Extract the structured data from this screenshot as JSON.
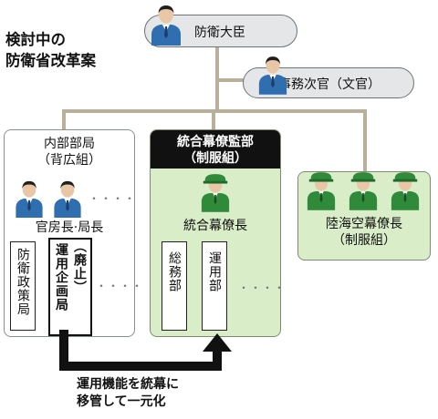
{
  "title": {
    "line1": "検討中の",
    "line2": "防衛省改革案"
  },
  "minister": {
    "label": "防衛大臣"
  },
  "vice_minister": {
    "label": "事務次官（文官）"
  },
  "internal_bureau": {
    "heading_line1": "内部部局",
    "heading_line2": "（背広組）",
    "leader_label": "官房長·局長",
    "sub_units": [
      {
        "label": "防衛政策局"
      },
      {
        "label": "運用企画局",
        "note": "（廃止）"
      }
    ],
    "ellipsis": "・・・・"
  },
  "joint_staff": {
    "header_line1": "統合幕僚監部",
    "header_line2": "（制服組）",
    "leader_label": "統合幕僚長",
    "sub_units": [
      {
        "label": "総務部"
      },
      {
        "label": "運用部"
      }
    ],
    "ellipsis": "・・・・"
  },
  "service_chiefs": {
    "label_line1": "陸海空幕僚長",
    "label_line2": "（制服組）"
  },
  "transfer_note": {
    "line1": "運用機能を統幕に",
    "line2": "移管して一元化"
  },
  "colors": {
    "civilian_blue": "#2f6fb0",
    "uniform_green": "#2f8a3a",
    "green_box_fill": "#d9edc8",
    "line_tan": "#b8b09a",
    "header_black": "#111111"
  }
}
